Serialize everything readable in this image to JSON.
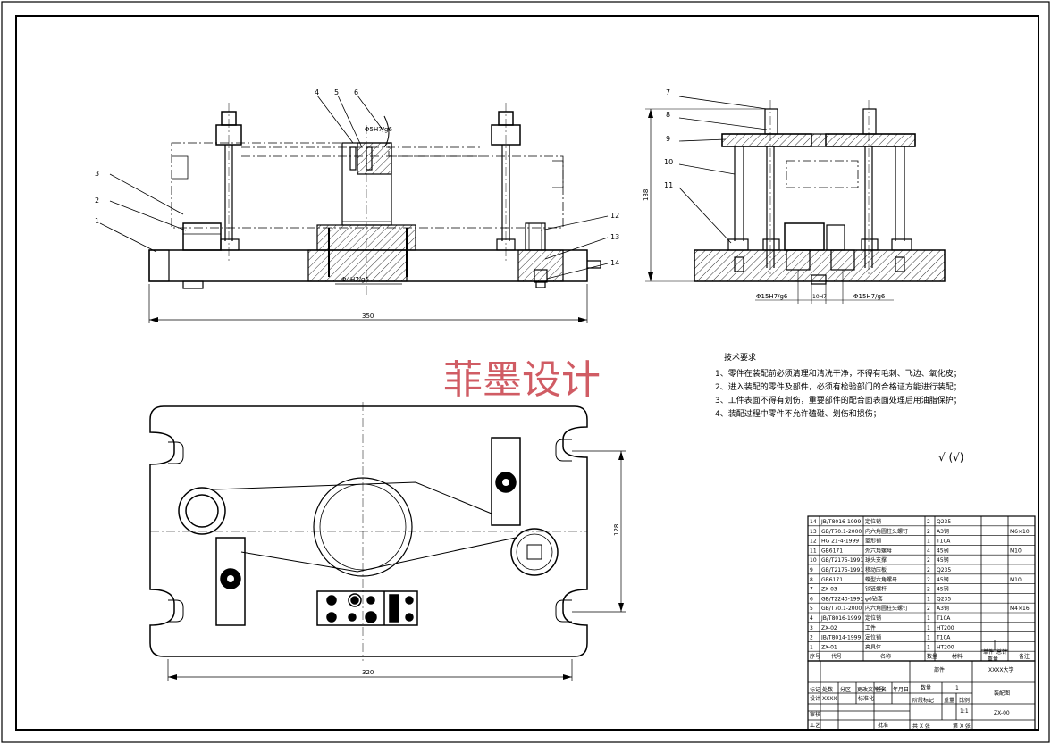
{
  "watermark": "菲墨设计",
  "callouts": [
    "1",
    "2",
    "3",
    "4",
    "5",
    "6",
    "7",
    "8",
    "9",
    "10",
    "11",
    "12",
    "13",
    "14"
  ],
  "dimensions": {
    "front_width": "350",
    "top_width": "320",
    "top_height": "128",
    "side_height": "138",
    "fit_front_top": "Φ5H7/g6",
    "fit_front_bottom": "Φ4H7/g6",
    "fit_side_left": "Φ15H7/g6",
    "fit_side_mid": "10H7",
    "fit_side_right": "Φ15H7/g6"
  },
  "tech_requirements": {
    "title": "技术要求",
    "items": [
      "1、零件在装配前必须清理和清洗干净，不得有毛刺、飞边、氧化皮；",
      "2、进入装配的零件及部件，必须有检验部门的合格证方能进行装配；",
      "3、工件表面不得有划伤，重要部件的配合面表面处理后用油脂保护；",
      "4、装配过程中零件不允许磕碰、划伤和损伤；"
    ]
  },
  "roughness_note": "√  (√)",
  "bom": {
    "rows": [
      [
        "14",
        "JB/T8016-1999",
        "定位销",
        "2",
        "Q235",
        ""
      ],
      [
        "13",
        "GB/T70.1-2000",
        "内六角圆柱头螺钉",
        "2",
        "A3钢",
        "M6×10"
      ],
      [
        "12",
        "HG 21-4-1999",
        "菱形销",
        "1",
        "T10A",
        ""
      ],
      [
        "11",
        "GB6171",
        "外六角螺母",
        "4",
        "45钢",
        "M10"
      ],
      [
        "10",
        "GB/T2175-1991",
        "球头支撑",
        "2",
        "45钢",
        ""
      ],
      [
        "9",
        "GB/T2175-1991",
        "移动压板",
        "2",
        "Q235",
        ""
      ],
      [
        "8",
        "GB6171",
        "蝶型六角螺母",
        "2",
        "45钢",
        "M10"
      ],
      [
        "7",
        "ZX-03",
        "铰链螺杆",
        "2",
        "45钢",
        ""
      ],
      [
        "6",
        "GB/T2243-1991",
        "φ6钻套",
        "1",
        "Q235",
        ""
      ],
      [
        "5",
        "GB/T70.1-2000",
        "内六角圆柱头螺钉",
        "2",
        "A3钢",
        "M4×16"
      ],
      [
        "4",
        "JB/T8016-1999",
        "定位销",
        "1",
        "T10A",
        ""
      ],
      [
        "3",
        "ZX-02",
        "工件",
        "1",
        "HT200",
        ""
      ],
      [
        "2",
        "JB/T8014-1999",
        "定位销",
        "1",
        "T10A",
        ""
      ],
      [
        "1",
        "ZX-01",
        "夹具体",
        "1",
        "HT200",
        ""
      ]
    ],
    "header": [
      "序号",
      "代号",
      "名称",
      "数量",
      "材料",
      "备注"
    ],
    "header_extra": [
      "单件",
      "总计",
      "重量"
    ]
  },
  "title_block": {
    "school": "XXXX大学",
    "part_label": "部件",
    "drawing_name": "装配图",
    "drawing_no": "ZX-00",
    "qty_label": "数量",
    "qty_value": "1",
    "stage_label": "阶段标记",
    "weight_label": "重量",
    "scale_label": "比例",
    "scale_value": "1:1",
    "mark_label": "标记",
    "count_label": "处数",
    "zone_label": "分区",
    "doc_label": "更改文件号",
    "sign_label": "签名",
    "date_label": "年月日",
    "designer_label": "设计",
    "designer_name": "XXXX",
    "std_label": "标准化",
    "review_label": "审核",
    "craft_label": "工艺",
    "approve_label": "批准",
    "sheets_total": "共 X 张",
    "sheet_no": "第 X 张"
  }
}
